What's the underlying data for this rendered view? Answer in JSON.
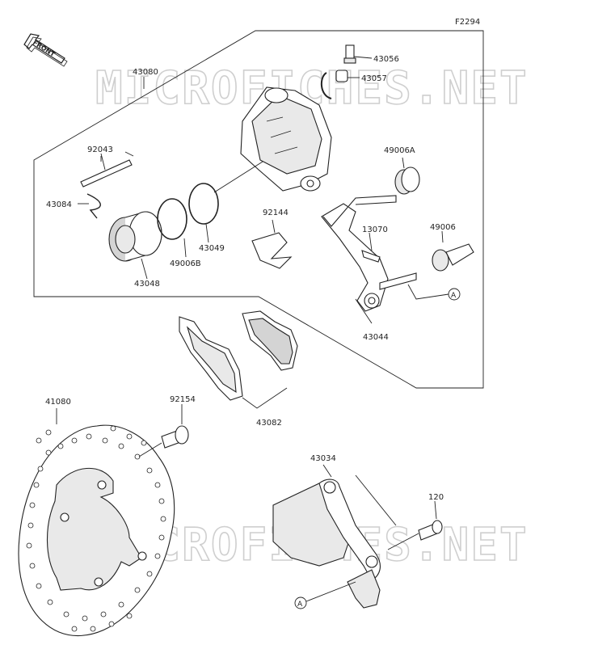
{
  "figure_code": "F2294",
  "front_label": "FRONT",
  "watermark": "MICROFICHES.NET",
  "reference_mark": "A",
  "part_numbers": {
    "caliper_assembly": "43080",
    "bleeder_valve": "43056",
    "bleeder_cap": "43057",
    "pin": "92043",
    "clip": "43084",
    "boot_a": "49006A",
    "boot": "49006",
    "spring": "92144",
    "bolt_small": "13070",
    "piston": "43048",
    "seal_ring": "49006B",
    "piston_seal": "43049",
    "caliper_holder": "43044",
    "pad_set": "43082",
    "disc": "41080",
    "disc_bolt": "92154",
    "bracket": "43034",
    "bracket_bolt": "120"
  }
}
